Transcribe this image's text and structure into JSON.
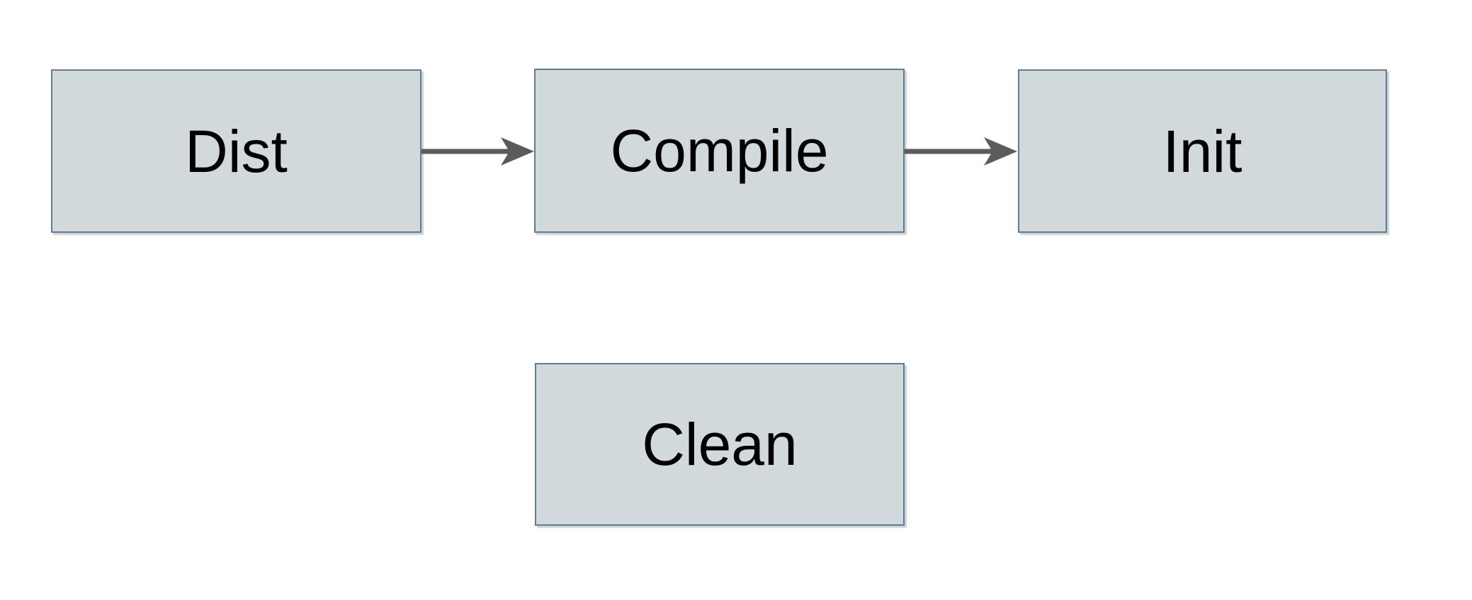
{
  "diagram": {
    "title": "build-targets-flow",
    "nodes": [
      {
        "id": "dist",
        "label": "Dist"
      },
      {
        "id": "compile",
        "label": "Compile"
      },
      {
        "id": "init",
        "label": "Init"
      },
      {
        "id": "clean",
        "label": "Clean"
      }
    ],
    "edges": [
      {
        "from": "Dist",
        "to": "Compile",
        "direction": "right"
      },
      {
        "from": "Compile",
        "to": "Init",
        "direction": "right"
      }
    ],
    "colors": {
      "node_fill": "#d1d9dc",
      "node_border": "#5f7d8c",
      "arrow": "#5b5b5b",
      "text": "#000000",
      "background": "#ffffff"
    }
  }
}
